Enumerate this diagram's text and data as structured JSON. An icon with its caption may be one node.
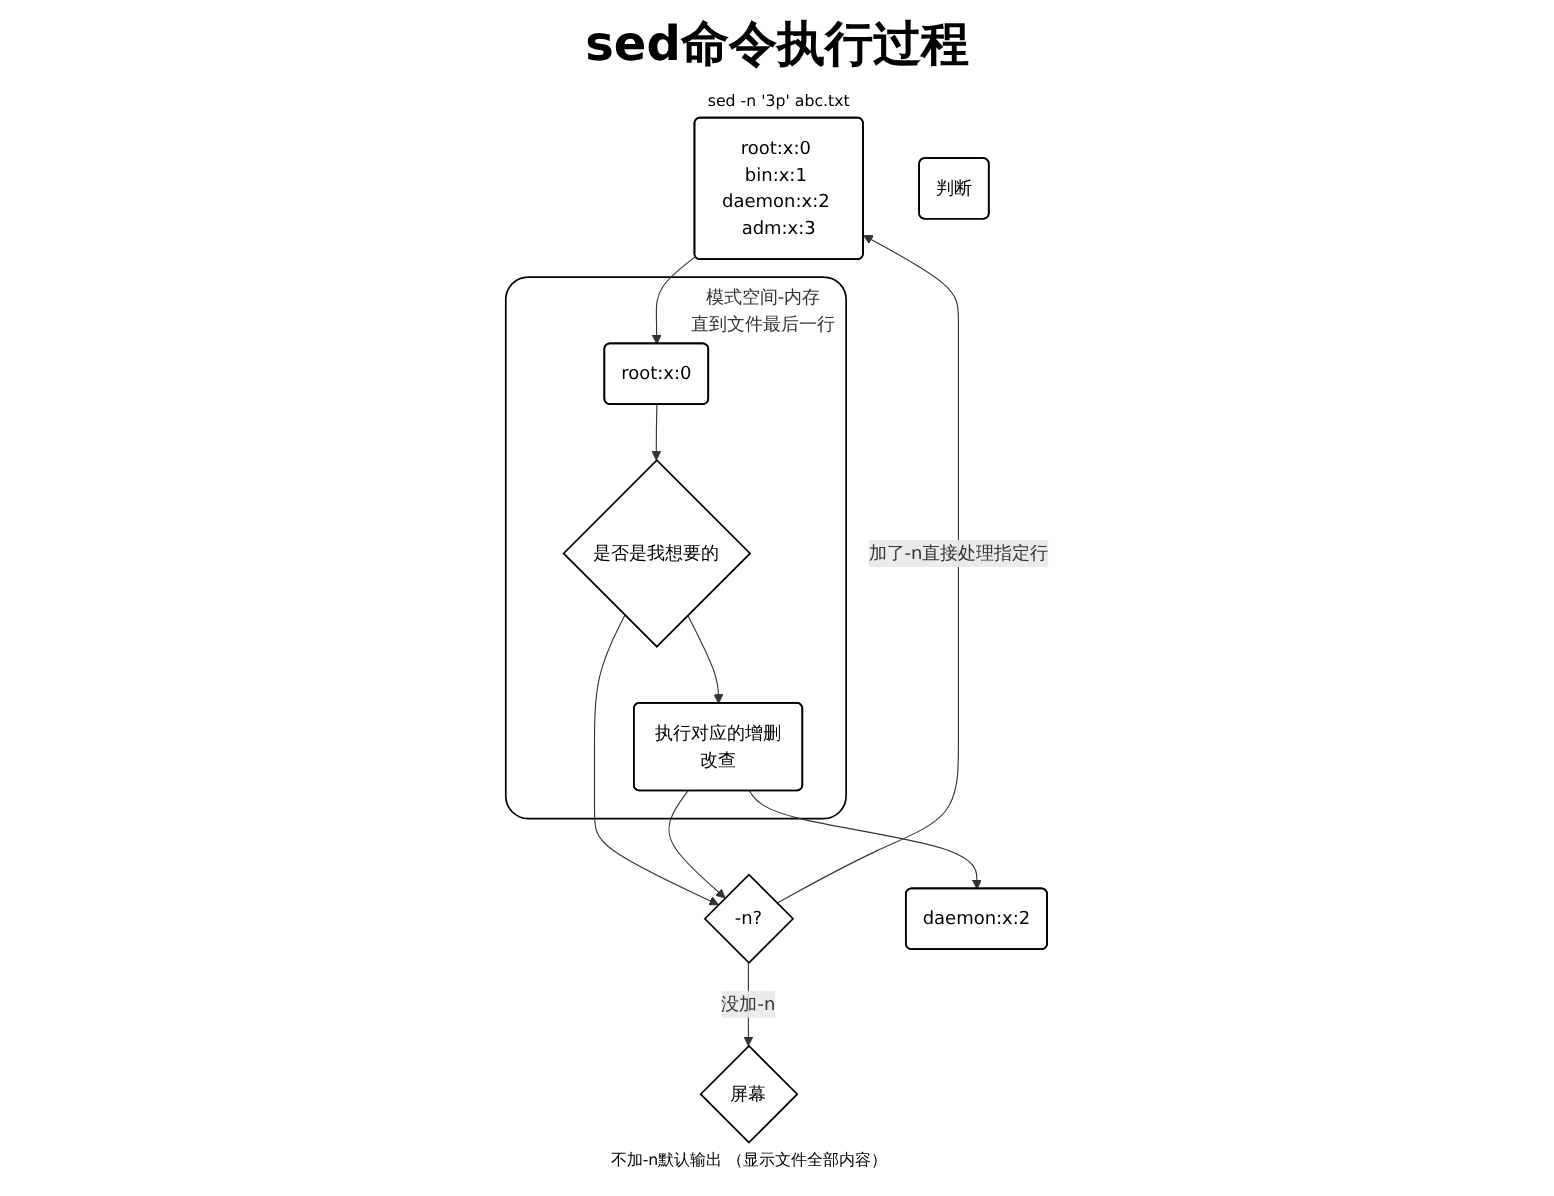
{
  "diagram": {
    "title": "sed命令执行过程",
    "nodes": [
      {
        "text": [
          "root:x:0 bin:x:1 daemon:x:2 adm:x:3"
        ],
        "beside": [
          "sed -n '3p' abc.txt"
        ]
      },
      {
        "text": [
          "模式空间-内存",
          "直到文件最后一行"
        ]
      },
      {
        "text": [
          "root:x:0"
        ],
        "in": 1
      },
      {
        "text": [
          "是否是我想要的"
        ],
        "in": 1
      },
      {
        "text": [
          "执行对应的增删改查"
        ],
        "in": 1
      },
      {
        "text": [
          "判断"
        ]
      },
      {
        "text": [
          "-n?"
        ]
      },
      {
        "text": [
          "屏幕"
        ],
        "beside": [
          "不加-n默认输出 （显示文件全部内容）"
        ]
      },
      {
        "text": [
          "daemon:x:2"
        ]
      }
    ],
    "edges": [
      {
        "from": 0,
        "to": 2,
        "arrow": "to"
      },
      {
        "from": 2,
        "to": 3,
        "arrow": "to"
      },
      {
        "from": 3,
        "to": 6,
        "arrow": "to"
      },
      {
        "from": 3,
        "to": 4,
        "arrow": "to"
      },
      {
        "from": 4,
        "to": 8,
        "arrow": "to"
      },
      {
        "from": 4,
        "to": 6,
        "arrow": "to"
      },
      {
        "from": 6,
        "to": 0,
        "arrow": "to",
        "label": "加了-n直接处理指定行"
      },
      {
        "from": 6,
        "to": 7,
        "arrow": "to",
        "label": "没加-n"
      }
    ]
  }
}
